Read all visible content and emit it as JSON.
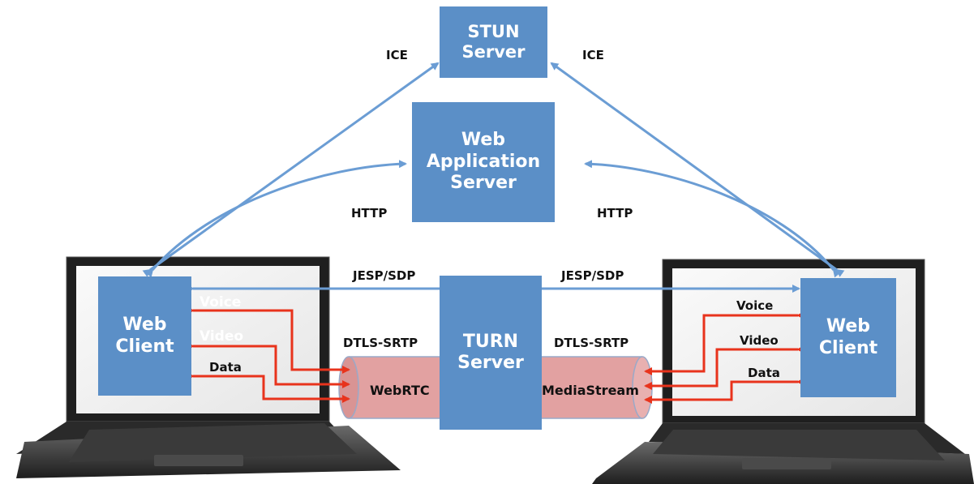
{
  "colors": {
    "server_fill": "#5b8fc7",
    "client_fill": "#5b8fc7",
    "signal_line": "#6b9dd4",
    "media_arrow": "#e8331c",
    "tube_fill": "#e2a1a1",
    "laptop_body": "#2a2a2a"
  },
  "servers": {
    "stun": "STUN\nServer",
    "web_app": "Web\nApplication\nServer",
    "turn": "TURN\nServer"
  },
  "clients": {
    "left": "Web\nClient",
    "right": "Web\nClient"
  },
  "links": {
    "ice_left": "ICE",
    "ice_right": "ICE",
    "http_left": "HTTP",
    "http_right": "HTTP",
    "jesp_left": "JESP/SDP",
    "jesp_right": "JESP/SDP",
    "dtls_left": "DTLS-SRTP",
    "dtls_right": "DTLS-SRTP"
  },
  "streams": {
    "left": [
      "Voice",
      "Video",
      "Data"
    ],
    "right": [
      "Voice",
      "Video",
      "Data"
    ]
  },
  "tubes": {
    "left": "WebRTC",
    "right": "MediaStream"
  },
  "icons": [
    "laptop-icon",
    "laptop-icon"
  ]
}
